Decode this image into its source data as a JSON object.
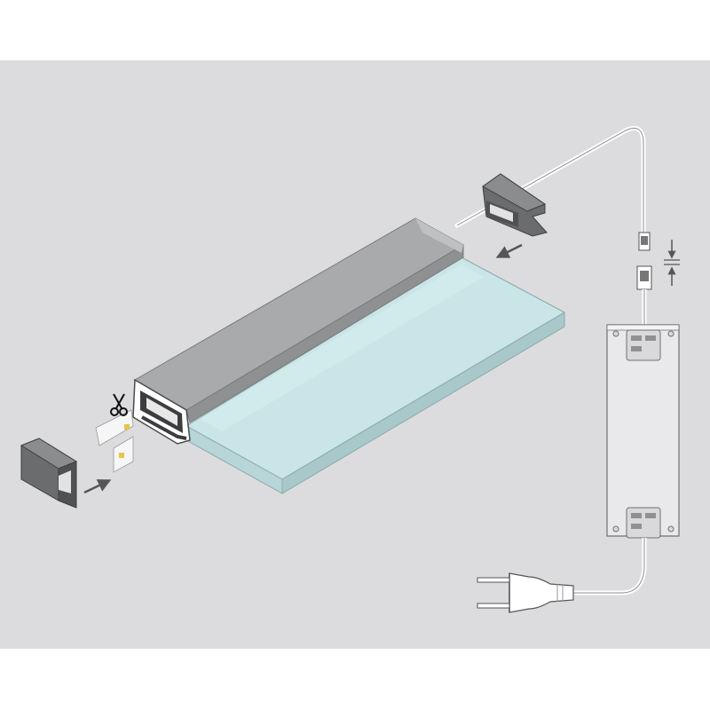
{
  "diagram": {
    "background_color": "#dcdcde",
    "profile_color": "#a9aaac",
    "glass_color": "#c9e5e7",
    "end_cap_color": "#6b6c6e",
    "cable_color": "#ffffff",
    "power_supply_color": "#e9e9eb",
    "arrow_color": "#555658"
  },
  "parts": [
    {
      "id": "aluminium-profile",
      "icon": "profile"
    },
    {
      "id": "glass-shelf",
      "icon": "glass-panel"
    },
    {
      "id": "end-cap-left",
      "icon": "end-cap"
    },
    {
      "id": "end-cap-right",
      "icon": "end-cap-with-cable"
    },
    {
      "id": "led-strip",
      "icon": "led-strip"
    },
    {
      "id": "scissors",
      "icon": "scissors-icon"
    },
    {
      "id": "connector",
      "icon": "plug-connector"
    },
    {
      "id": "power-supply",
      "icon": "power-supply-box"
    },
    {
      "id": "mains-plug",
      "icon": "euro-plug"
    }
  ]
}
